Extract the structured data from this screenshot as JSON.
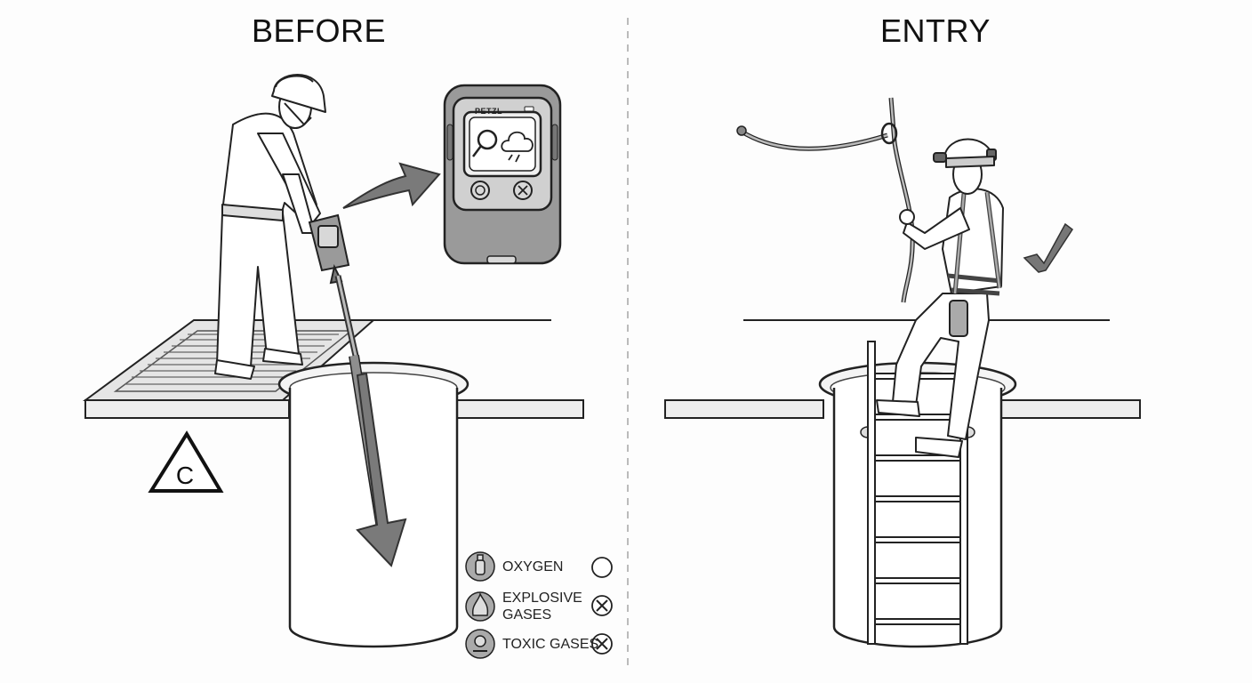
{
  "panels": {
    "before": {
      "title": "BEFORE"
    },
    "entry": {
      "title": "ENTRY"
    }
  },
  "warning_sign": {
    "letter": "C"
  },
  "legend": [
    {
      "label": "OXYGEN",
      "icon": "oxygen-bottle-icon",
      "status": "ok",
      "status_icon": "circle-icon"
    },
    {
      "label": "EXPLOSIVE GASES",
      "icon": "explosive-gas-icon",
      "status": "fail",
      "status_icon": "x-circle-icon"
    },
    {
      "label": "TOXIC GASES",
      "icon": "toxic-gas-icon",
      "status": "fail",
      "status_icon": "x-circle-icon"
    }
  ],
  "detector_brand": "PETZL",
  "colors": {
    "line": "#222222",
    "fill_grey": "#9a9a9a",
    "fill_light": "#d8d8d8",
    "background": "#fdfdfd"
  }
}
